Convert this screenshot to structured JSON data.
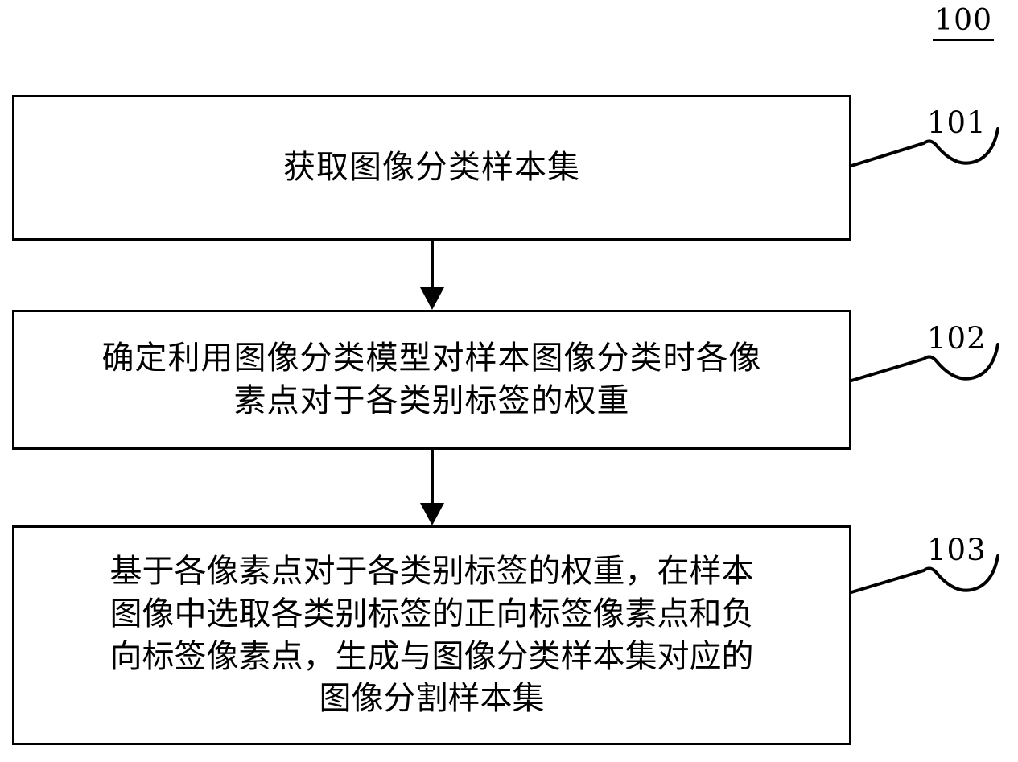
{
  "figure": {
    "number": "100",
    "type": "patent-flowchart",
    "orientation": "vertical-top-to-bottom"
  },
  "steps": [
    {
      "ref": "101",
      "lines": [
        "获取图像分类样本集"
      ]
    },
    {
      "ref": "102",
      "lines": [
        "确定利用图像分类模型对样本图像分类时各像",
        "素点对于各类别标签的权重"
      ]
    },
    {
      "ref": "103",
      "lines": [
        "基于各像素点对于各类别标签的权重，在样本",
        "图像中选取各类别标签的正向标签像素点和负",
        "向标签像素点，生成与图像分类样本集对应的",
        "图像分割样本集"
      ]
    }
  ],
  "connectors": [
    {
      "from": "101",
      "to": "102",
      "arrow": "down-filled-triangle"
    },
    {
      "from": "102",
      "to": "103",
      "arrow": "down-filled-triangle"
    }
  ],
  "colors": {
    "stroke": "#000000",
    "background": "#ffffff"
  }
}
